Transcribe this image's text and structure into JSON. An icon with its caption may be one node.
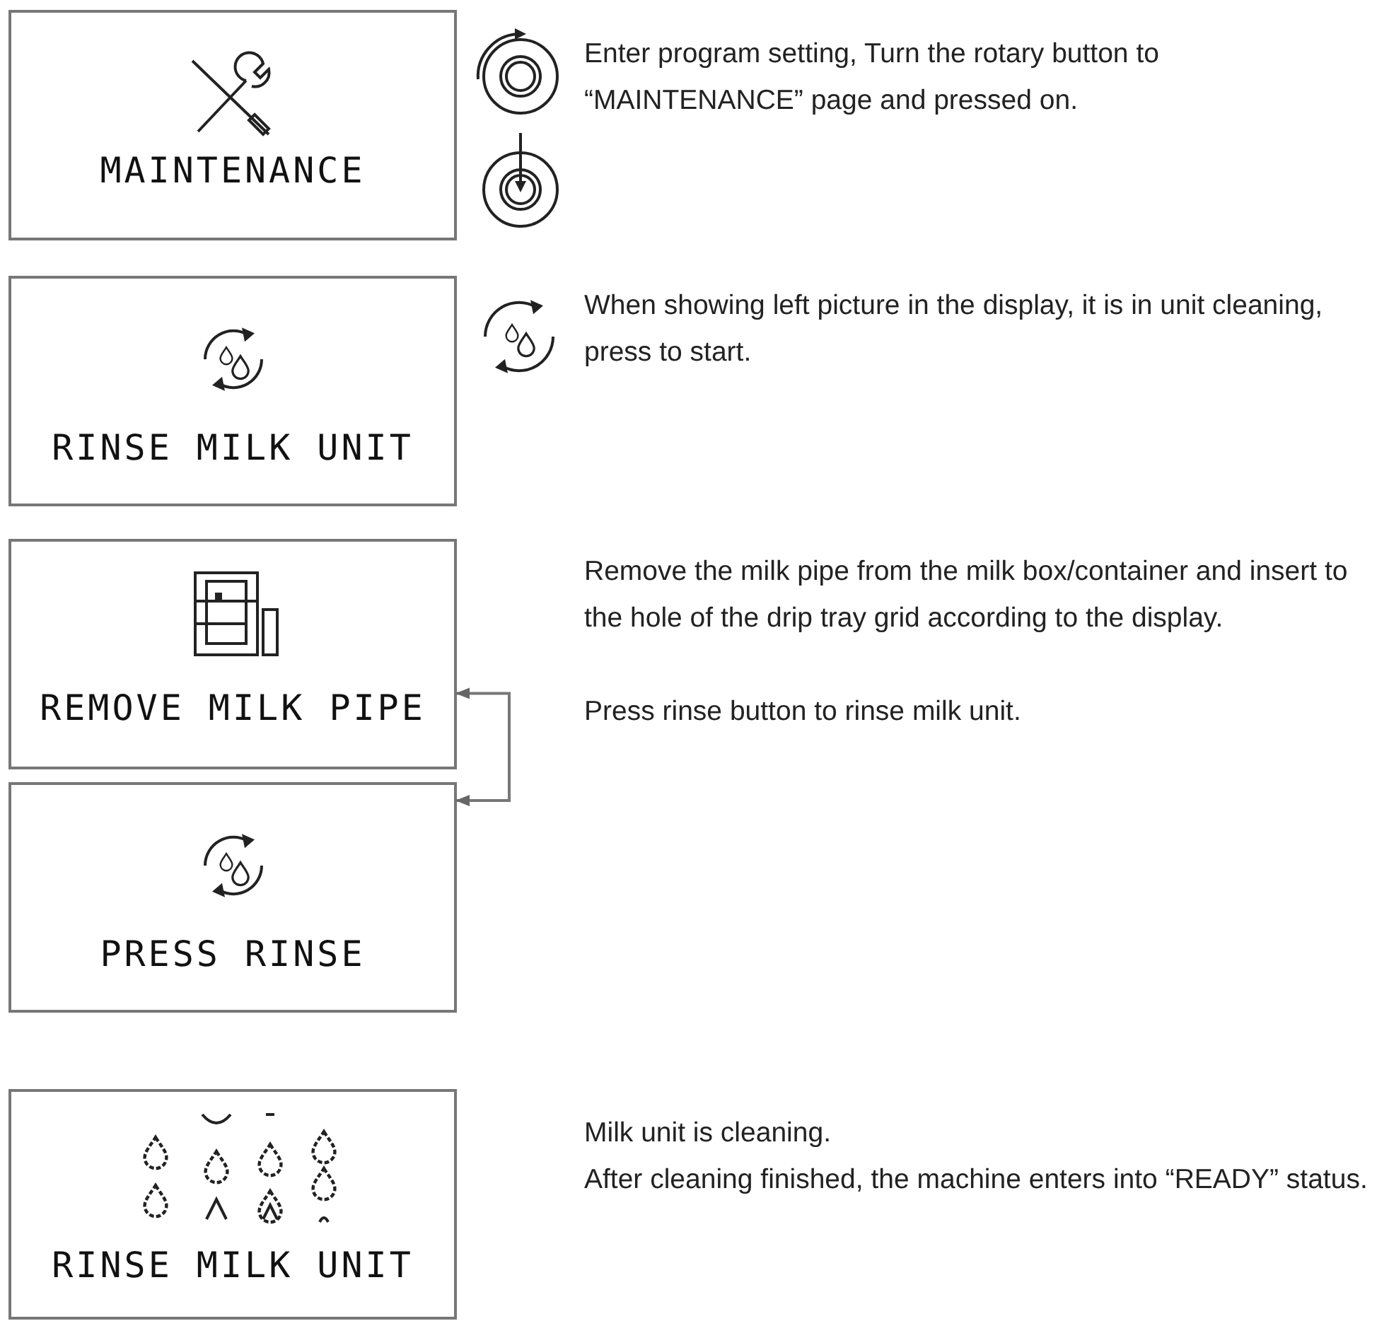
{
  "diagram": {
    "nodes": [
      {
        "text": [
          "MAINTENANCE"
        ]
      },
      {
        "text": [
          "RINSE MILK UNIT"
        ]
      },
      {
        "text": [
          "REMOVE MILK PIPE"
        ]
      },
      {
        "text": [
          "PRESS RINSE"
        ]
      },
      {
        "text": [
          "RINSE MILK UNIT"
        ]
      }
    ],
    "edges": [
      {
        "from": 2,
        "to": 3,
        "arrow": "both"
      }
    ],
    "labels": [
      "Enter program setting, Turn the rotary button to “MAINTENANCE” page and pressed on.",
      "When showing left picture in the display, it is in unit cleaning, press to start.",
      "Remove the milk pipe from the milk box/container and insert to the hole of the drip tray grid according to the display.",
      "Press rinse button to rinse milk unit.",
      "Milk unit is cleaning.",
      "After cleaning finished, the machine enters into “READY” status."
    ]
  }
}
